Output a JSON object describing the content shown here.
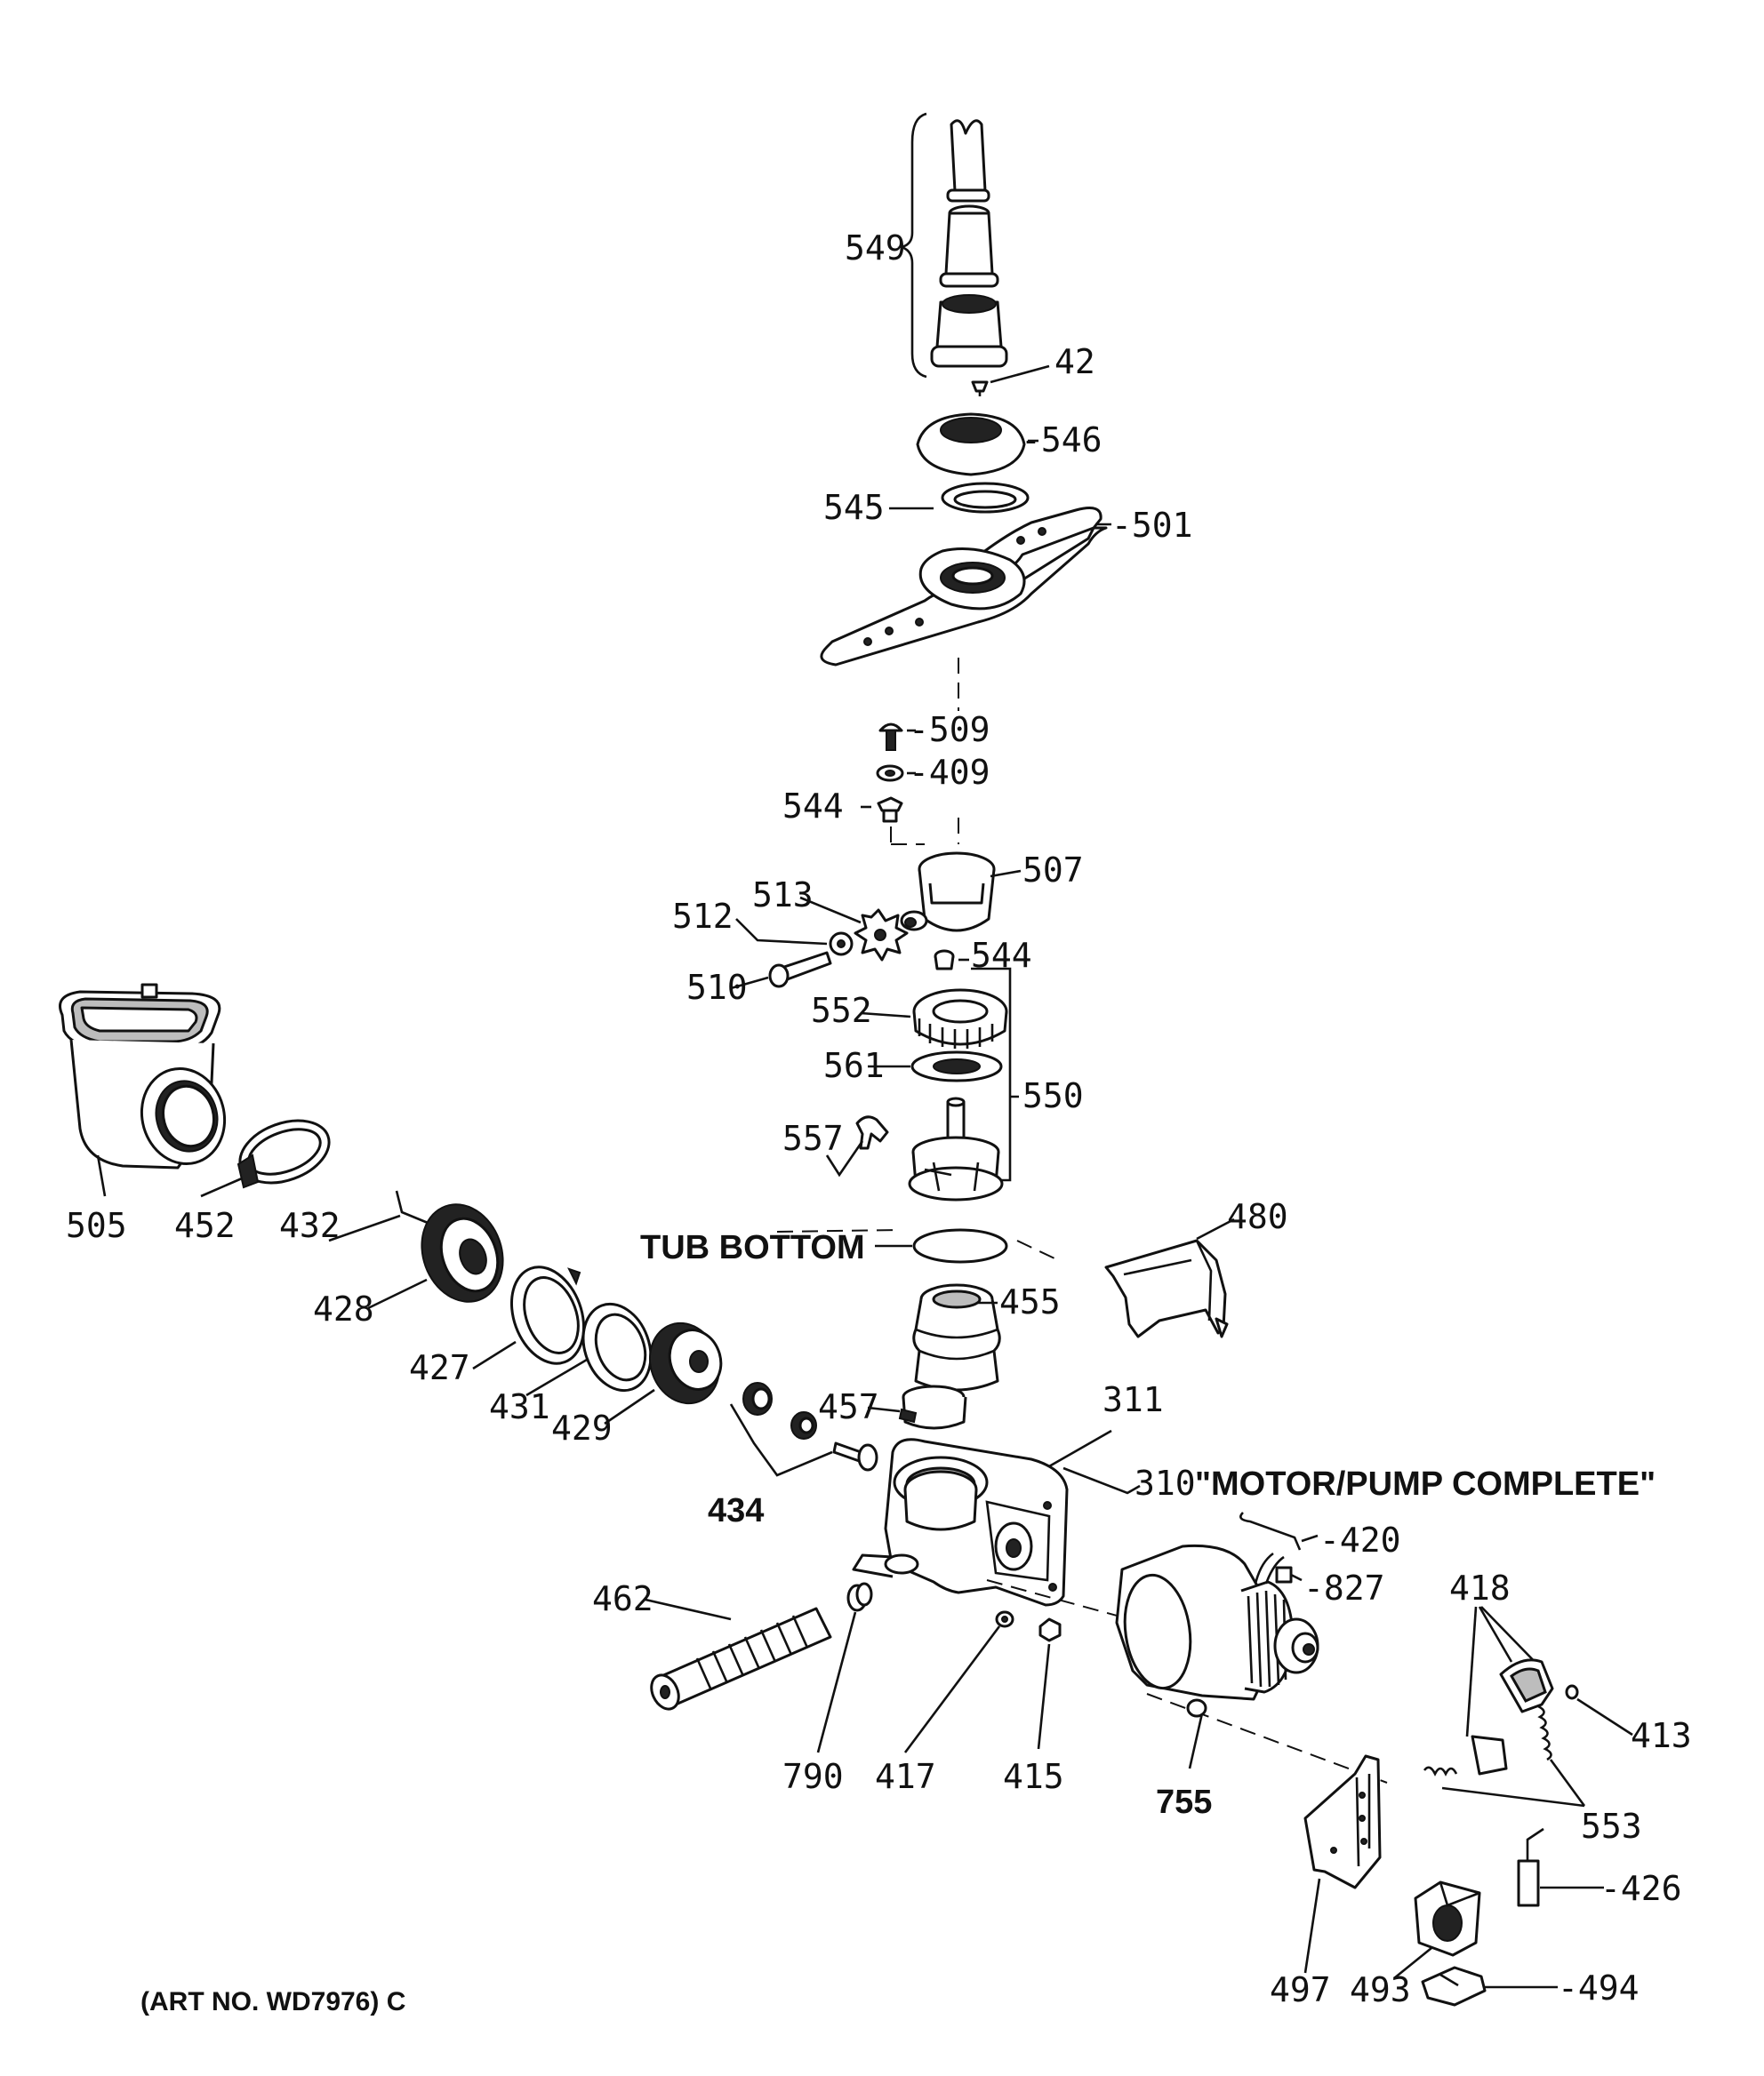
{
  "labels": {
    "tub_bottom": "TUB BOTTOM",
    "motor_pump_complete": "\"MOTOR/PUMP COMPLETE\"",
    "art_no": "(ART NO. WD7976) C"
  },
  "parts": {
    "p549": "549",
    "p42": "42",
    "p546": "546",
    "p545": "545",
    "p501": "501",
    "p509": "509",
    "p409": "409",
    "p544a": "544",
    "p507": "507",
    "p513": "513",
    "p512": "512",
    "p544b": "544",
    "p510": "510",
    "p552": "552",
    "p561": "561",
    "p550": "550",
    "p557": "557",
    "p505": "505",
    "p452": "452",
    "p432": "432",
    "p428": "428",
    "p427": "427",
    "p431": "431",
    "p429": "429",
    "p434": "434",
    "p455": "455",
    "p457": "457",
    "p480": "480",
    "p311": "311",
    "p310": "310",
    "p420": "420",
    "p827": "827",
    "p462": "462",
    "p790": "790",
    "p417": "417",
    "p415": "415",
    "p755": "755",
    "p418": "418",
    "p413": "413",
    "p553": "553",
    "p426": "426",
    "p497": "497",
    "p493": "493",
    "p494": "494"
  },
  "colors": {
    "ink": "#111111",
    "paper": "#ffffff"
  }
}
